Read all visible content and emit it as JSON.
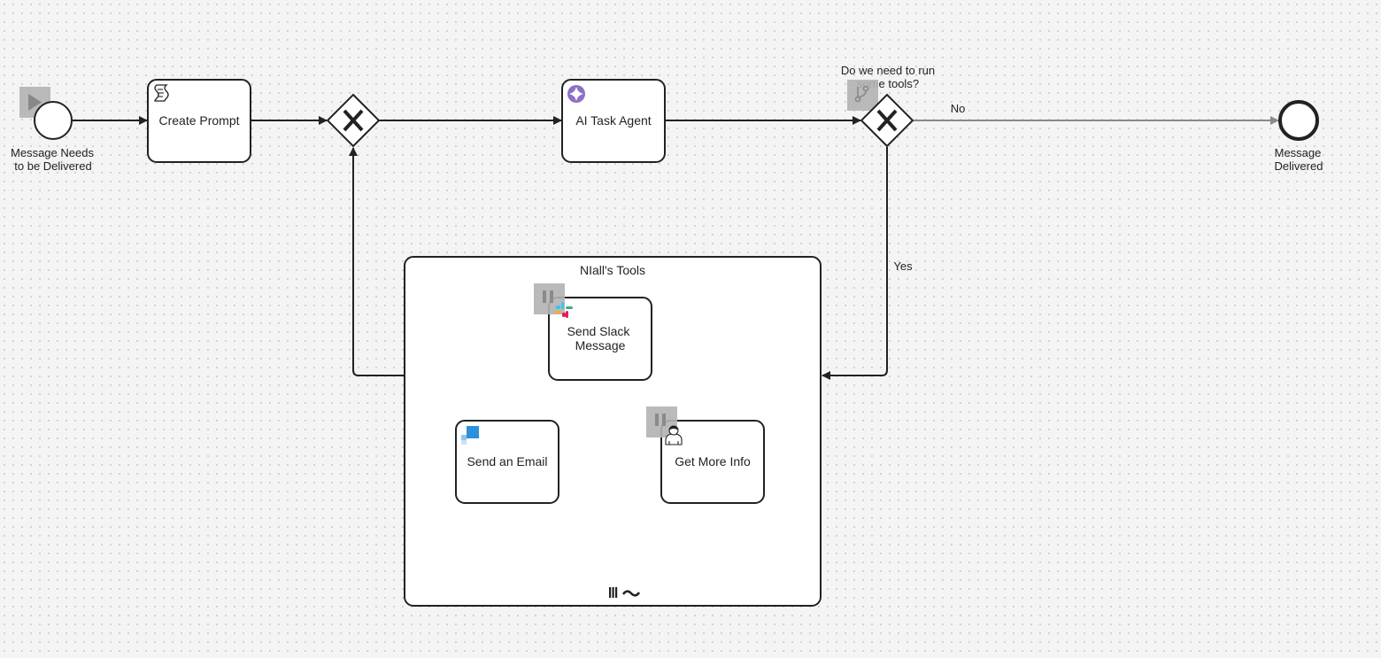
{
  "diagram": {
    "start_event": {
      "label_line1": "Message Needs",
      "label_line2": "to be Delivered"
    },
    "create_prompt": {
      "label": "Create Prompt",
      "icon": "script-icon"
    },
    "merge_gateway": {
      "icon": "x-icon"
    },
    "ai_agent": {
      "label": "AI Task Agent",
      "icon": "ai-spark-icon",
      "accent": "#8d6fc7"
    },
    "decision_gateway": {
      "label_line1": "Do we need to run",
      "label_line2": "some tools?",
      "icon": "x-icon"
    },
    "flow_no": {
      "label": "No"
    },
    "flow_yes": {
      "label": "Yes"
    },
    "end_event": {
      "label_line1": "Message",
      "label_line2": "Delivered"
    },
    "subprocess": {
      "title": "NIall's Tools",
      "marker": "ad-hoc-multi-instance-marker",
      "tasks": [
        {
          "label_line1": "Send Slack",
          "label_line2": "Message",
          "icon": "slack-icon"
        },
        {
          "label": "Send an Email",
          "icon": "email-connector-icon",
          "accent": "#2f8fd8"
        },
        {
          "label": "Get More Info",
          "icon": "user-task-icon"
        }
      ]
    }
  }
}
